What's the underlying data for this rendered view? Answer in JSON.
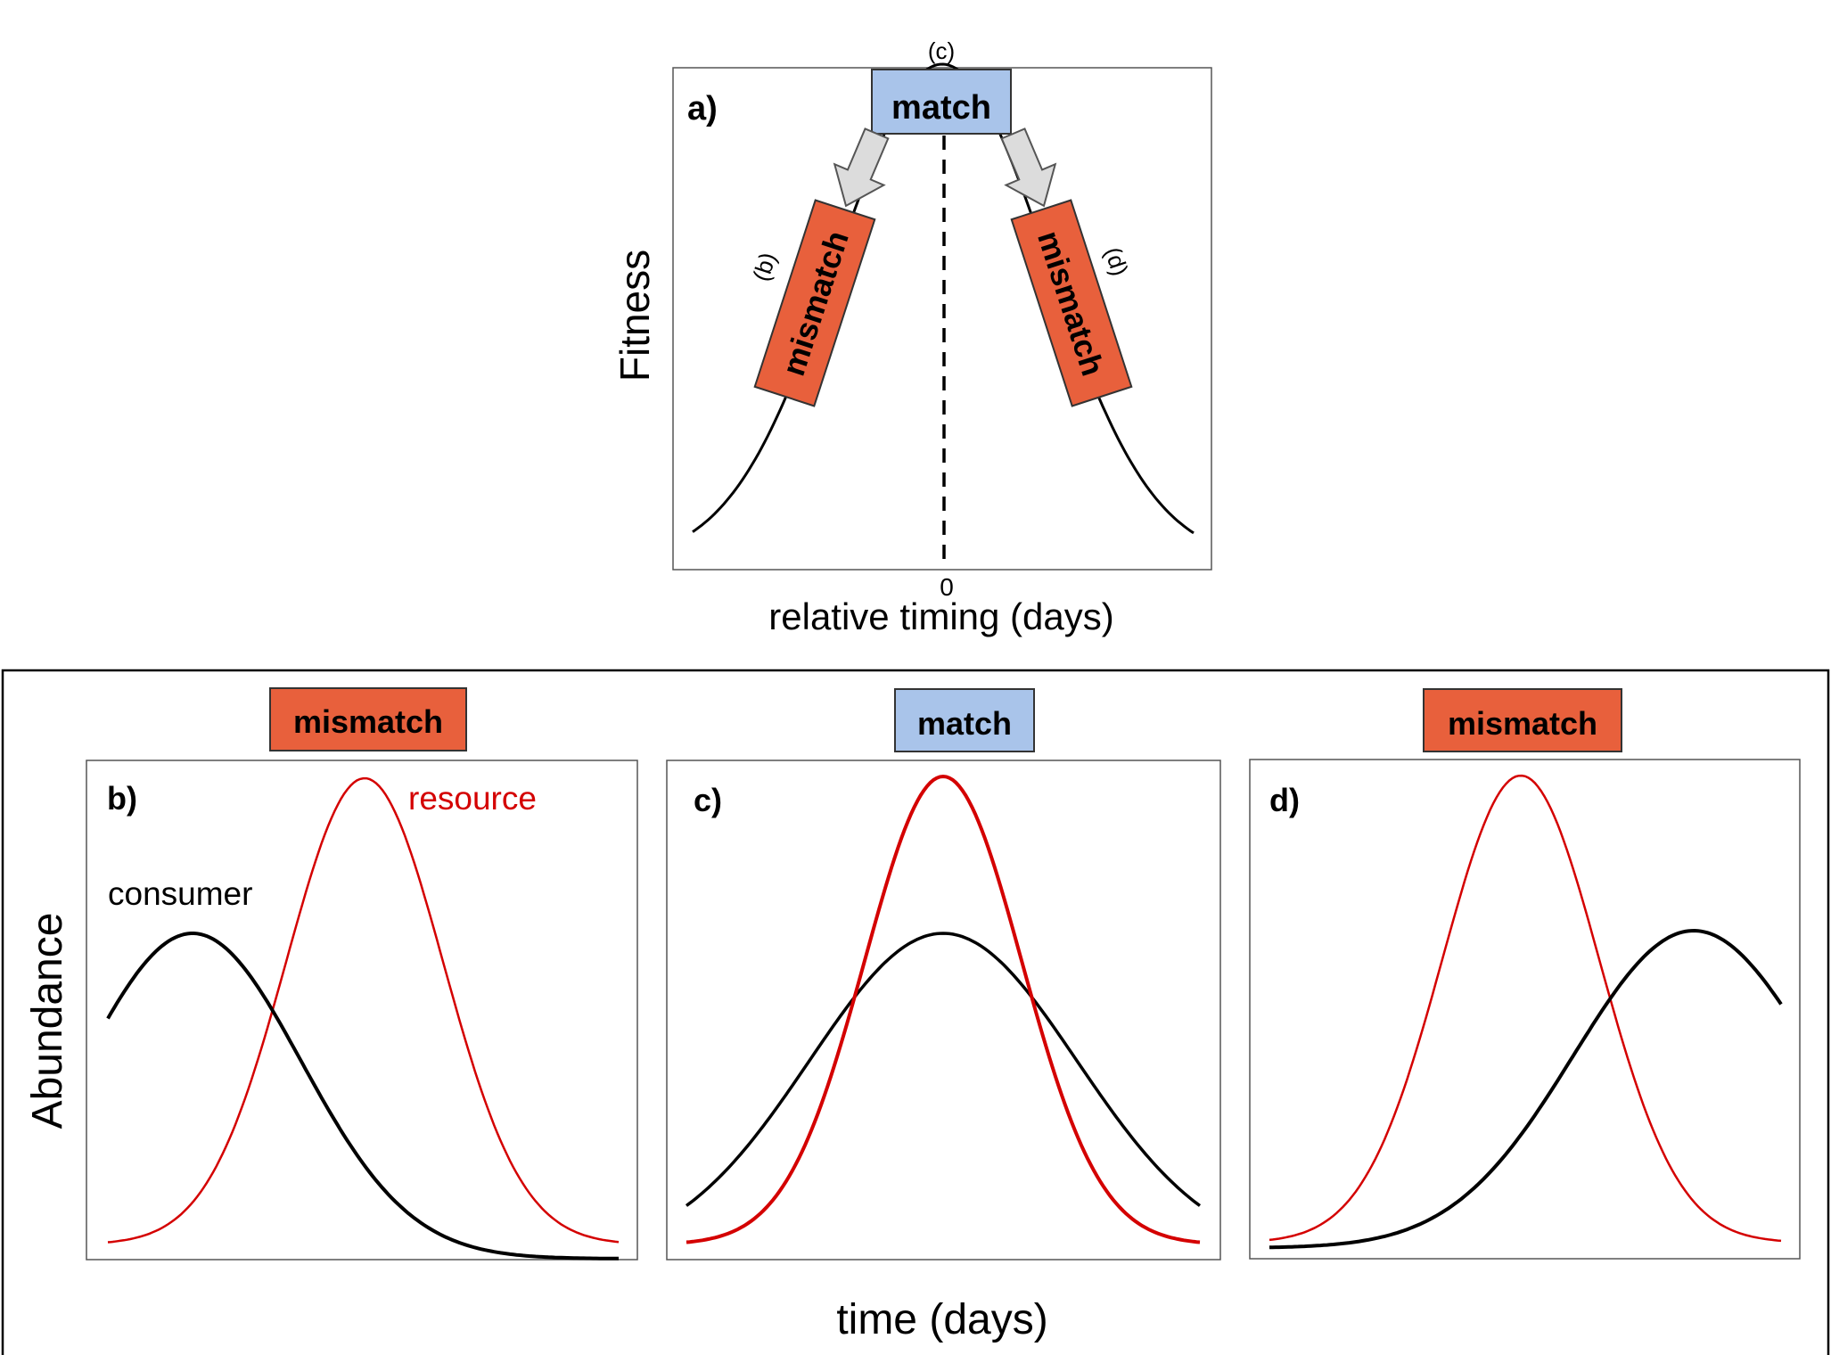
{
  "top_panel": {
    "panel_label": "a)",
    "match_box": "match",
    "match_ref": "(c)",
    "left_box": "mismatch",
    "left_ref": "(b)",
    "right_box": "mismatch",
    "right_ref": "(d)",
    "y_axis_label": "Fitness",
    "x_axis_label": "relative timing (days)",
    "x_tick_zero": "0"
  },
  "bottom": {
    "y_axis_label": "Abundance",
    "x_axis_label": "time (days)",
    "panels": [
      {
        "label": "b)",
        "status": "mismatch",
        "status_color": "#e8603c",
        "consumer_label": "consumer",
        "resource_label": "resource"
      },
      {
        "label": "c)",
        "status": "match",
        "status_color": "#a9c4ea"
      },
      {
        "label": "d)",
        "status": "mismatch",
        "status_color": "#e8603c"
      }
    ]
  },
  "colors": {
    "mismatch": "#e8603c",
    "match": "#a9c4ea",
    "resource_curve": "#d40000",
    "consumer_curve": "#000000",
    "arrow_fill": "#dcdcdc"
  },
  "chart_data": [
    {
      "type": "line",
      "panel": "a",
      "description_shape": "bell",
      "x_peak": 0,
      "xlabel": "relative timing (days)",
      "ylabel": "Fitness"
    },
    {
      "type": "line",
      "panel": "b",
      "series": [
        {
          "name": "consumer",
          "color": "#000000",
          "peak_position": "early",
          "peak_height": 0.66
        },
        {
          "name": "resource",
          "color": "#d40000",
          "peak_position": "middle",
          "peak_height": 1.0
        }
      ],
      "xlabel": "time (days)",
      "ylabel": "Abundance"
    },
    {
      "type": "line",
      "panel": "c",
      "series": [
        {
          "name": "consumer",
          "color": "#000000",
          "peak_position": "middle",
          "peak_height": 0.66
        },
        {
          "name": "resource",
          "color": "#d40000",
          "peak_position": "middle",
          "peak_height": 1.0
        }
      ]
    },
    {
      "type": "line",
      "panel": "d",
      "series": [
        {
          "name": "consumer",
          "color": "#000000",
          "peak_position": "late",
          "peak_height": 0.66
        },
        {
          "name": "resource",
          "color": "#d40000",
          "peak_position": "middle",
          "peak_height": 1.0
        }
      ]
    }
  ]
}
